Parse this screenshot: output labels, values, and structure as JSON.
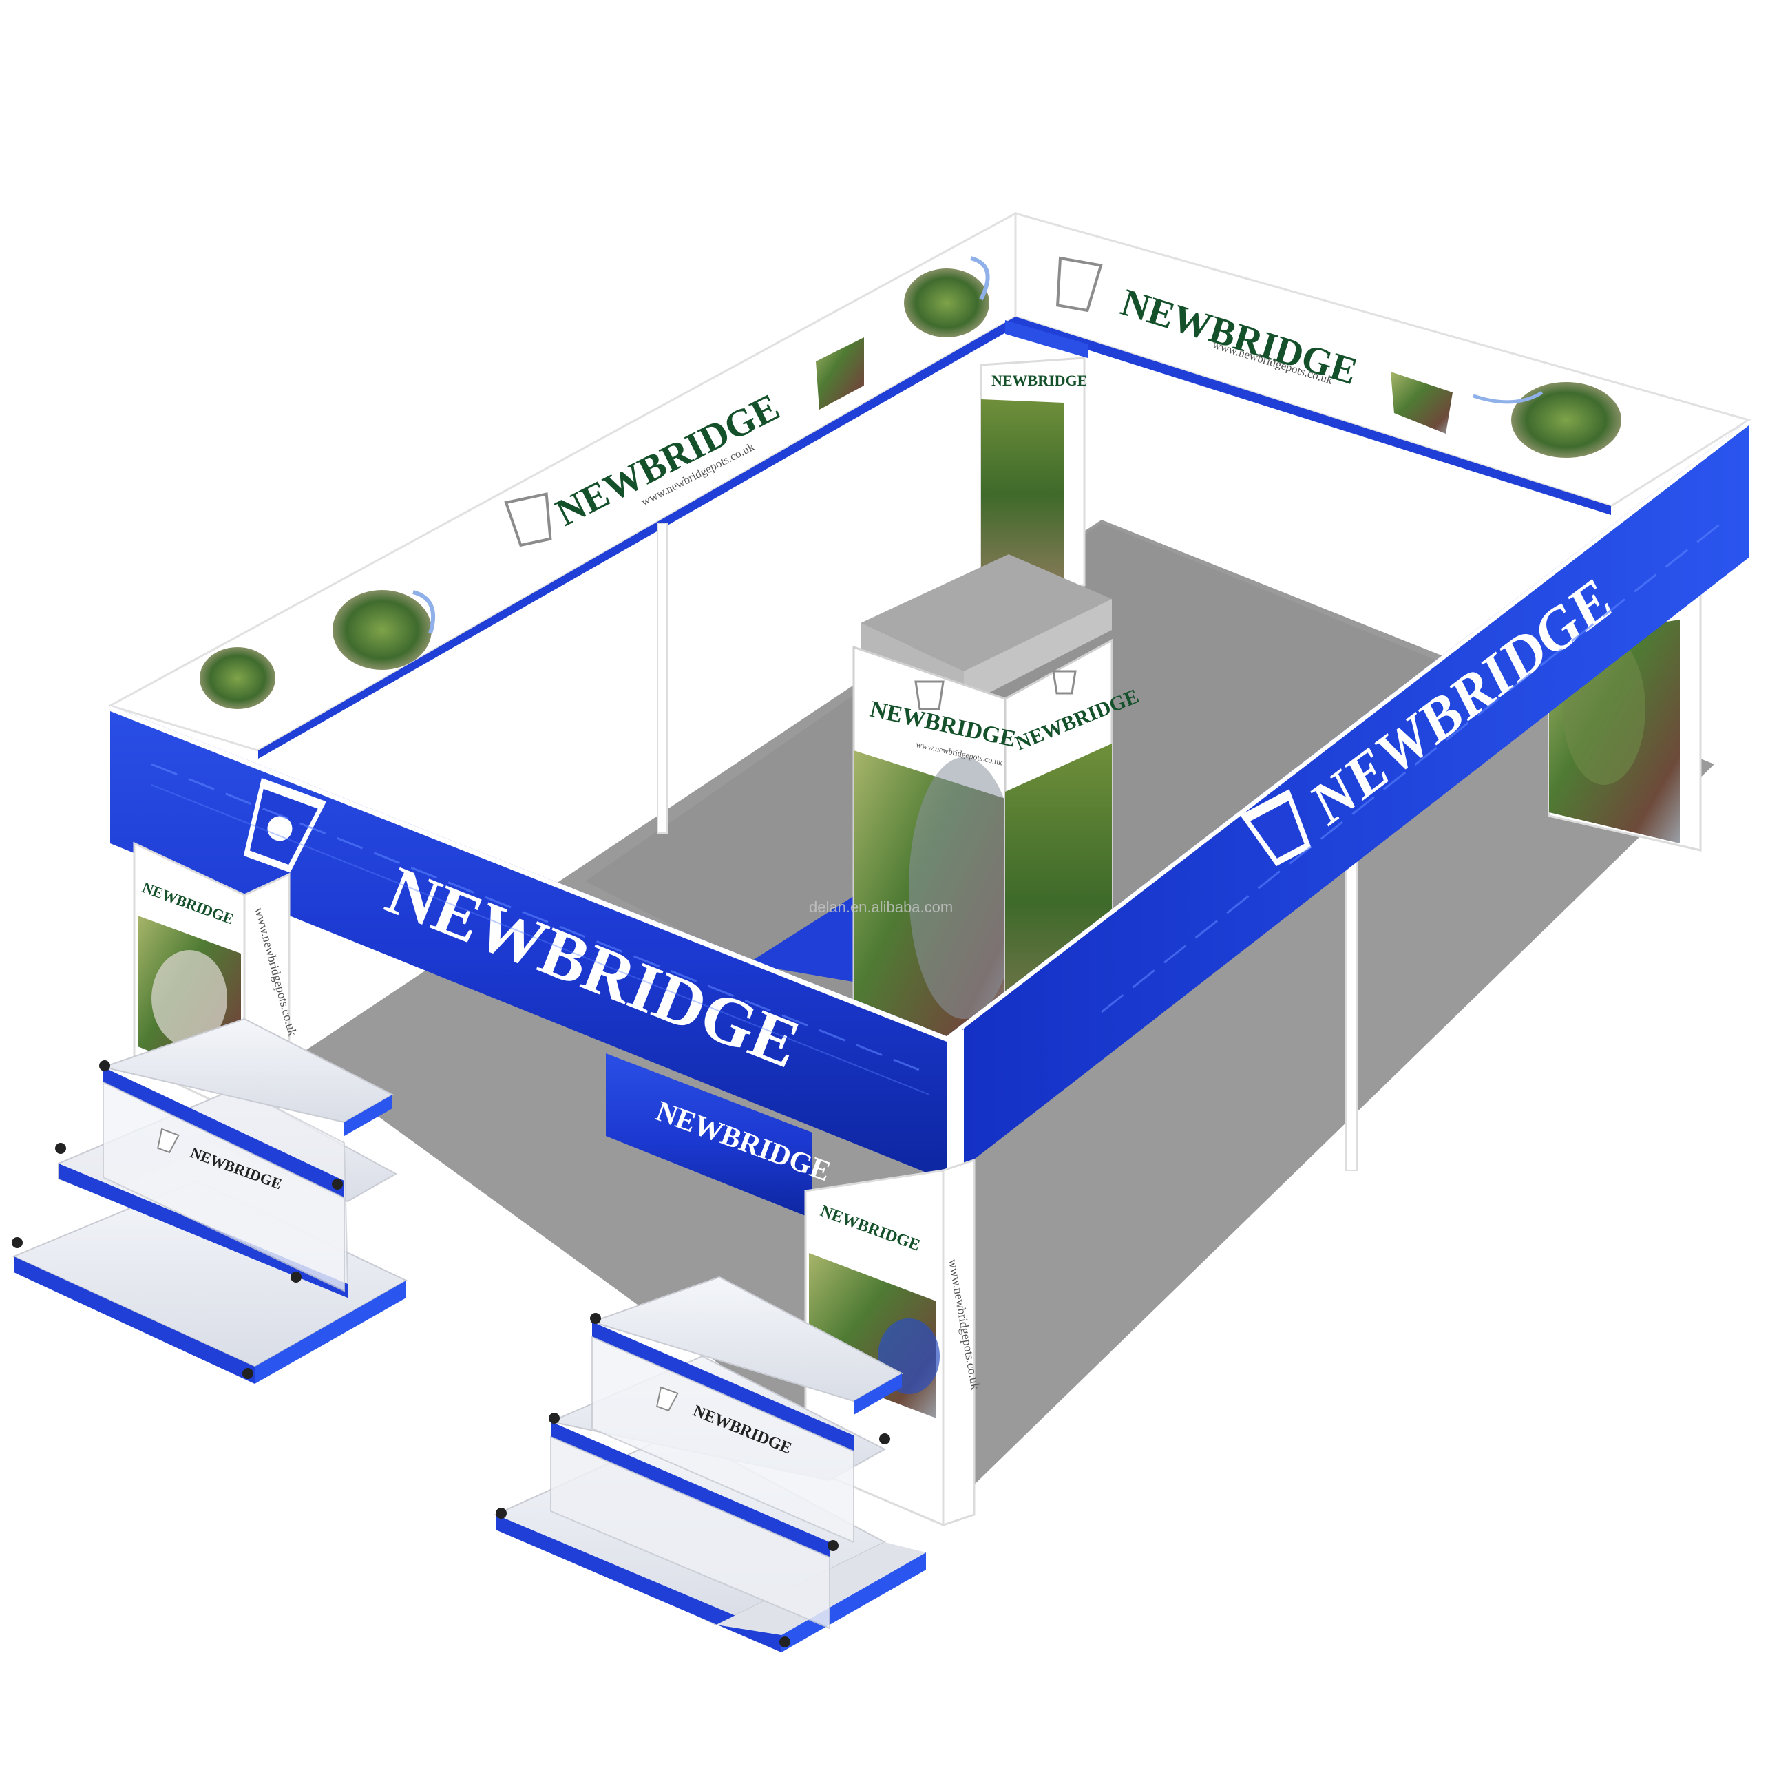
{
  "brand": {
    "name": "NEWBRIDGE",
    "url": "www.newbridgepots.co.uk"
  },
  "watermark": "delan.en.alibaba.com",
  "colors": {
    "royal_blue": "#1f3fd6",
    "deep_blue": "#0b2aa8",
    "brand_green": "#14502a",
    "floor_grey": "#9a9a9a",
    "white": "#ffffff"
  },
  "icons": [
    "flower-pot-logo-icon",
    "plant-photo-icon"
  ]
}
